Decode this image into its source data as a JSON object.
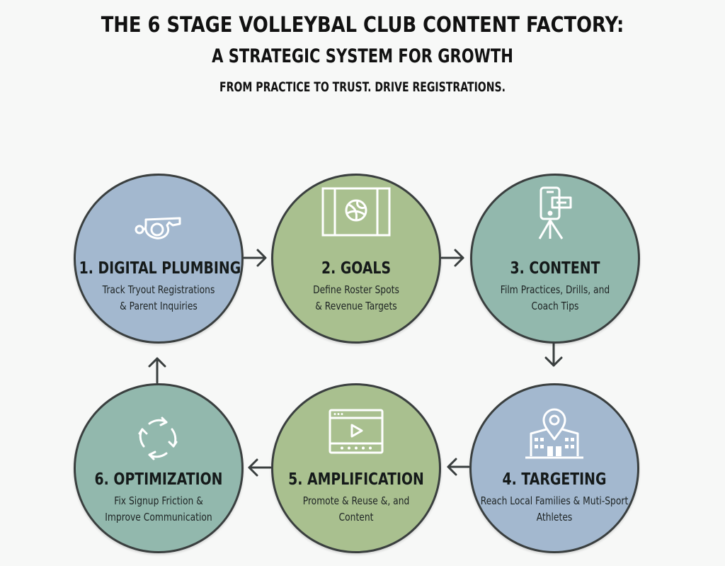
{
  "header": {
    "title": "THE 6 STAGE VOLLEYBAL  CLUB CONTENT FACTORY:",
    "subtitle": "A STRATEGIC SYSTEM FOR GROWTH",
    "tagline": "FROM PRACTICE TO TRUST. DRIVE REGISTRATIONS."
  },
  "colors": {
    "blue": "#a3b8cf",
    "green": "#a9c08f",
    "teal": "#92b8ad",
    "outline": "#3a3f3f",
    "icon": "#ffffff"
  },
  "stages": [
    {
      "number": 1,
      "title": "1. DIGITAL PLUMBING",
      "description": "Track Tryout Registrations\n& Parent Inquiries",
      "icon": "whistle-icon",
      "color": "blue"
    },
    {
      "number": 2,
      "title": "2. GOALS",
      "description": "Define Roster Spots\n& Revenue Targets",
      "icon": "volleyball-court-icon",
      "color": "green"
    },
    {
      "number": 3,
      "title": "3. CONTENT",
      "description": "Film Practices, Drills, and\nCoach Tips",
      "icon": "phone-tripod-icon",
      "color": "teal"
    },
    {
      "number": 4,
      "title": "4. TARGETING",
      "description": "Reach Local Families & Muti-Sport\nAthletes",
      "icon": "location-building-icon",
      "color": "blue"
    },
    {
      "number": 5,
      "title": "5. AMPLIFICATION",
      "description": "Promote & Reuse &, and\nContent",
      "icon": "video-player-icon",
      "color": "green"
    },
    {
      "number": 6,
      "title": "6. OPTIMIZATION",
      "description": "Fix Signup Friction &\nImprove Communication",
      "icon": "cycle-arrows-icon",
      "color": "teal"
    }
  ],
  "flow": [
    {
      "from": 1,
      "to": 2,
      "direction": "right"
    },
    {
      "from": 2,
      "to": 3,
      "direction": "right"
    },
    {
      "from": 3,
      "to": 4,
      "direction": "down"
    },
    {
      "from": 4,
      "to": 5,
      "direction": "left"
    },
    {
      "from": 5,
      "to": 6,
      "direction": "left"
    },
    {
      "from": 6,
      "to": 1,
      "direction": "up"
    }
  ]
}
